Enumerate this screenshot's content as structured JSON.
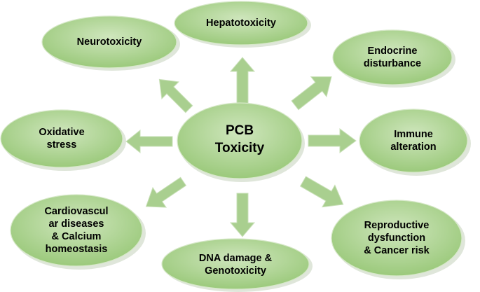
{
  "diagram": {
    "center": {
      "label": "PCB\nToxicity"
    },
    "nodes": [
      {
        "id": "hepatotoxicity",
        "label": "Hepatotoxicity"
      },
      {
        "id": "neurotoxicity",
        "label": "Neurotoxicity"
      },
      {
        "id": "endocrine",
        "label": "Endocrine\ndisturbance"
      },
      {
        "id": "oxidative",
        "label": "Oxidative\nstress"
      },
      {
        "id": "immune",
        "label": "Immune\nalteration"
      },
      {
        "id": "cardio",
        "label": "Cardiovascul\nar diseases\n& Calcium\nhomeostasis"
      },
      {
        "id": "dna",
        "label": "DNA damage &\nGenotoxicity"
      },
      {
        "id": "reproductive",
        "label": "Reproductive\ndysfunction\n& Cancer risk"
      }
    ],
    "colors": {
      "fill_light": "#d2e7c1",
      "fill_dark": "#95c675",
      "arrow": "#a9cf8f"
    }
  }
}
